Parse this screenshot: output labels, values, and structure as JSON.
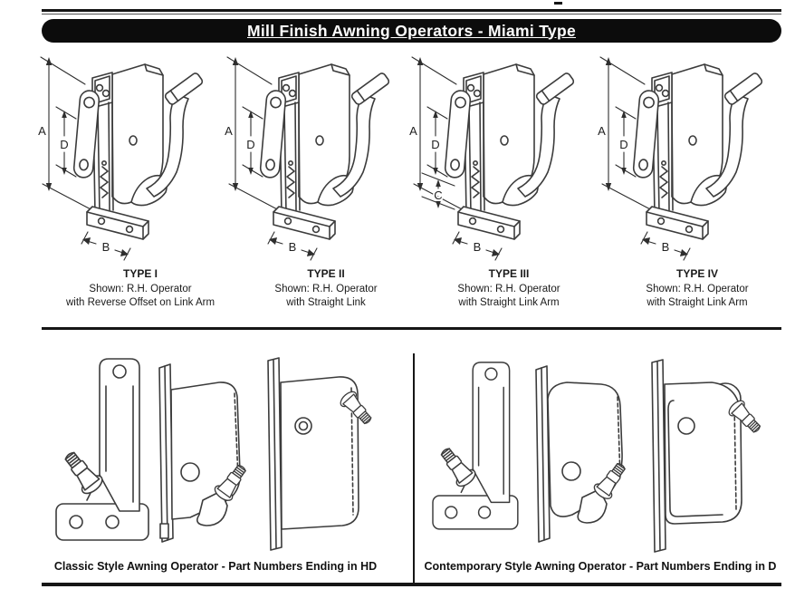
{
  "header": {
    "title": "Mill Finish Awning Operators - Miami Type"
  },
  "types": [
    {
      "name": "TYPE I",
      "line1": "Shown: R.H. Operator",
      "line2": "with Reverse Offset on Link Arm",
      "dims": {
        "a": "A",
        "d": "D",
        "b": "B"
      }
    },
    {
      "name": "TYPE II",
      "line1": "Shown: R.H. Operator",
      "line2": "with Straight Link",
      "dims": {
        "a": "A",
        "d": "D",
        "b": "B"
      }
    },
    {
      "name": "TYPE III",
      "line1": "Shown: R.H. Operator",
      "line2": "with Straight Link Arm",
      "dims": {
        "a": "A",
        "d": "D",
        "b": "B",
        "c": "C"
      }
    },
    {
      "name": "TYPE IV",
      "line1": "Shown: R.H. Operator",
      "line2": "with Straight Link Arm",
      "dims": {
        "a": "A",
        "d": "D",
        "b": "B"
      }
    }
  ],
  "bottom": {
    "classic_caption": "Classic Style Awning Operator - Part Numbers Ending in HD",
    "contemporary_caption": "Contemporary Style Awning Operator - Part Numbers Ending in D"
  },
  "colors": {
    "title_bar_bg": "#0c0c0c",
    "title_text": "#ffffff",
    "rule": "#161616",
    "drawing_ink": "#3c3c3c"
  }
}
